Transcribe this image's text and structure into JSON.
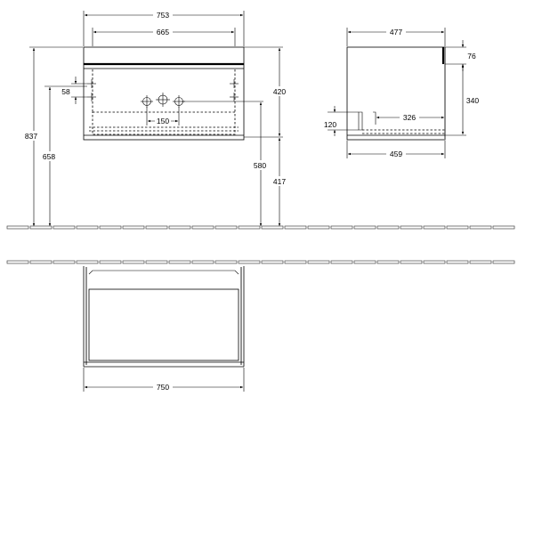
{
  "diagram": {
    "front": {
      "overall_width": "753",
      "inner_width": "665",
      "bracket_offset": "58",
      "total_height": "837",
      "height_to_bracket": "658",
      "body_height": "420",
      "drain_height": "580",
      "bottom_height": "417",
      "tap_spacing": "150"
    },
    "side": {
      "depth": "477",
      "top_thickness": "76",
      "body_height": "340",
      "recess_height": "120",
      "recess_depth": "326",
      "inner_depth": "459"
    },
    "plan": {
      "width": "750"
    }
  }
}
